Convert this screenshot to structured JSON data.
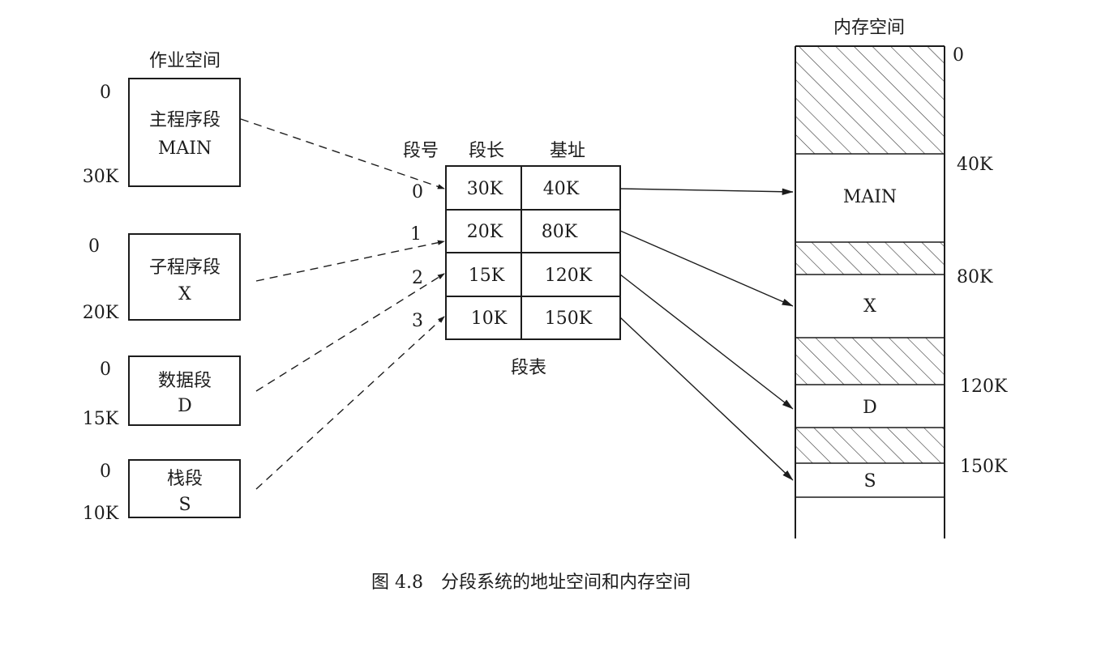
{
  "job_space": {
    "title": "作业空间",
    "segments": [
      {
        "line1": "主程序段",
        "line2": "MAIN",
        "start": "0",
        "end": "30K"
      },
      {
        "line1": "子程序段",
        "line2": "X",
        "start": "0",
        "end": "20K"
      },
      {
        "line1": "数据段",
        "line2": "D",
        "start": "0",
        "end": "15K"
      },
      {
        "line1": "栈段",
        "line2": "S",
        "start": "0",
        "end": "10K"
      }
    ]
  },
  "segment_table": {
    "headers": [
      "段号",
      "段长",
      "基址"
    ],
    "rows": [
      {
        "no": "0",
        "length": "30K",
        "base": "40K"
      },
      {
        "no": "1",
        "length": "20K",
        "base": "80K"
      },
      {
        "no": "2",
        "length": "15K",
        "base": "120K"
      },
      {
        "no": "3",
        "length": "10K",
        "base": "150K"
      }
    ],
    "caption": "段表"
  },
  "memory_space": {
    "title": "内存空间",
    "blocks": [
      {
        "label": "",
        "hatched": true
      },
      {
        "label": "MAIN",
        "hatched": false
      },
      {
        "label": "",
        "hatched": true
      },
      {
        "label": "X",
        "hatched": false
      },
      {
        "label": "",
        "hatched": true
      },
      {
        "label": "D",
        "hatched": false
      },
      {
        "label": "",
        "hatched": true
      },
      {
        "label": "S",
        "hatched": false
      },
      {
        "label": "",
        "hatched": false
      }
    ],
    "addresses": [
      "0",
      "40K",
      "80K",
      "120K",
      "150K"
    ]
  },
  "caption": "图 4.8　分段系统的地址空间和内存空间"
}
